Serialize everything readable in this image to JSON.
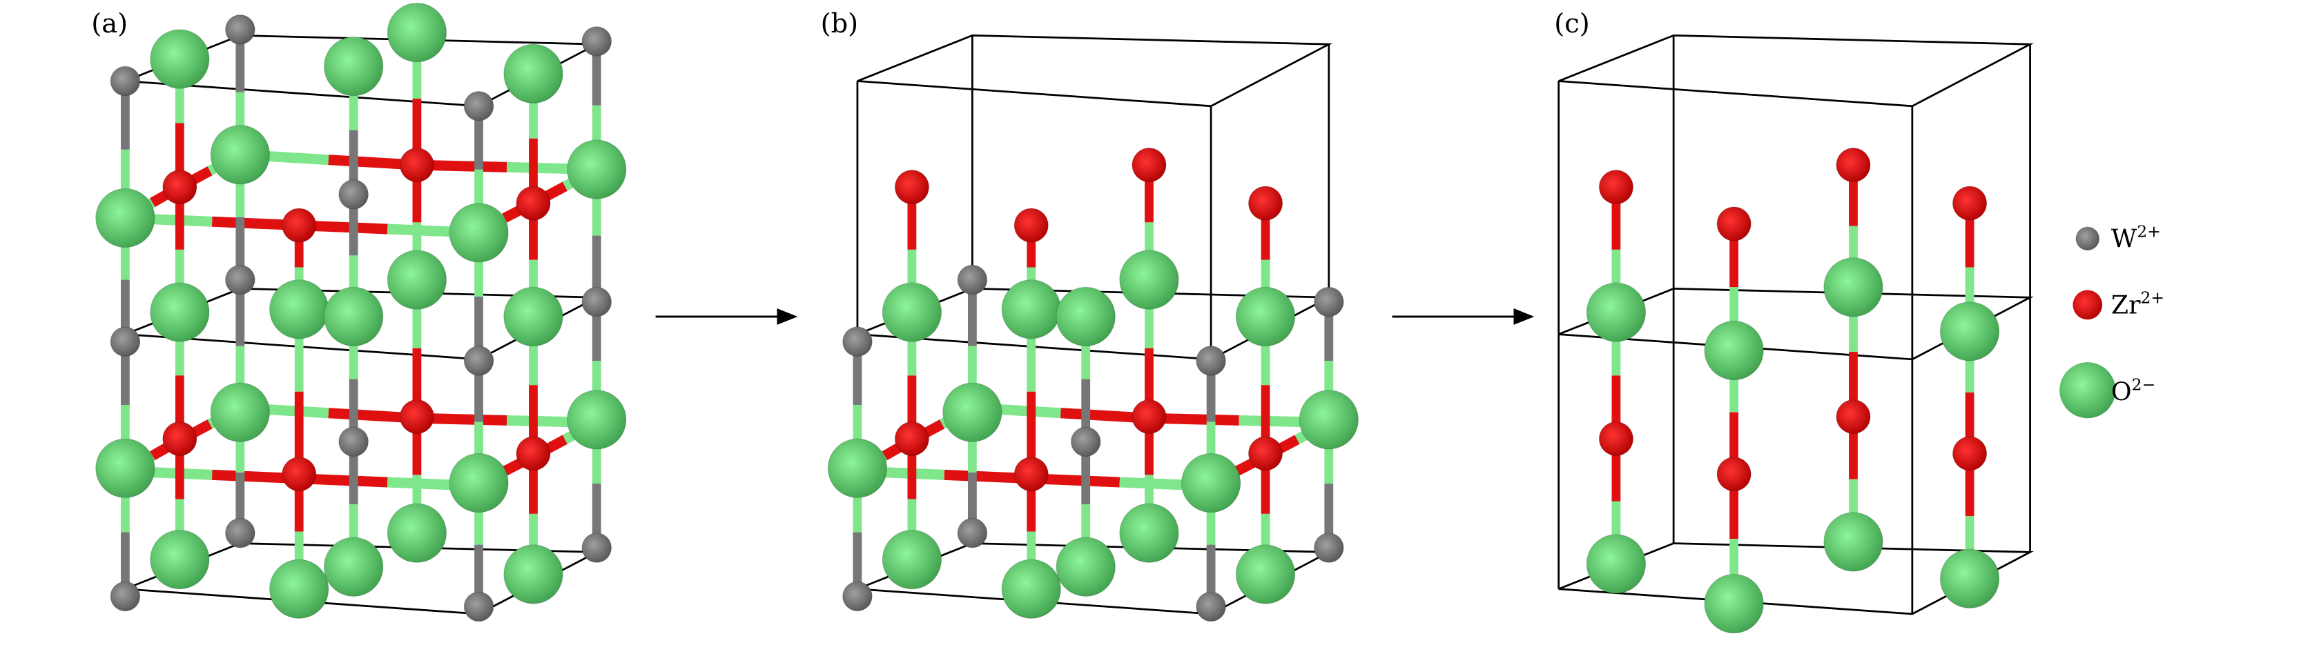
{
  "panels": [
    {
      "label": "(a)"
    },
    {
      "label": "(b)"
    },
    {
      "label": "(c)"
    }
  ],
  "legend": [
    {
      "element": "W",
      "charge": "2+",
      "color": "#808080"
    },
    {
      "element": "Zr",
      "charge": "2+",
      "color": "#ee1111"
    },
    {
      "element": "O",
      "charge": "2−",
      "color": "#66dd77"
    }
  ]
}
